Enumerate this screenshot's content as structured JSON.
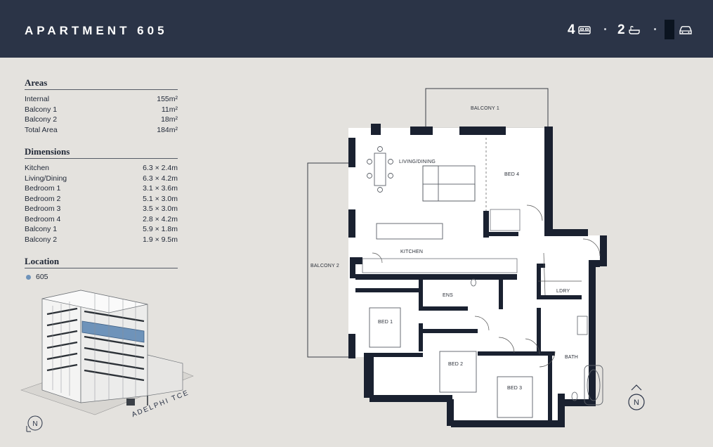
{
  "header": {
    "title": "APARTMENT 605",
    "bedrooms": "4",
    "bathrooms": "2",
    "bed_icon": "bed-icon",
    "bath_icon": "bath-icon",
    "car_icon": "car-icon"
  },
  "areas": {
    "title": "Areas",
    "rows": [
      {
        "label": "Internal",
        "value": "155m²"
      },
      {
        "label": "Balcony 1",
        "value": "11m²"
      },
      {
        "label": "Balcony 2",
        "value": "18m²"
      },
      {
        "label": "Total Area",
        "value": "184m²"
      }
    ]
  },
  "dimensions": {
    "title": "Dimensions",
    "rows": [
      {
        "label": "Kitchen",
        "value": "6.3 × 2.4m"
      },
      {
        "label": "Living/Dining",
        "value": "6.3 × 4.2m"
      },
      {
        "label": "Bedroom 1",
        "value": "3.1 × 3.6m"
      },
      {
        "label": "Bedroom 2",
        "value": "5.1 × 3.0m"
      },
      {
        "label": "Bedroom 3",
        "value": "3.5 × 3.0m"
      },
      {
        "label": "Bedroom 4",
        "value": "2.8 × 4.2m"
      },
      {
        "label": "Balcony 1",
        "value": "5.9 × 1.8m"
      },
      {
        "label": "Balcony 2",
        "value": "1.9 × 9.5m"
      }
    ]
  },
  "location": {
    "title": "Location",
    "unit": "605",
    "street": "ADELPHI TCE",
    "north": "N",
    "highlight_color": "#6e93ba"
  },
  "plan": {
    "balcony1": "BALCONY 1",
    "balcony2": "BALCONY 2",
    "living": "LIVING/DINING",
    "kitchen": "KITCHEN",
    "bed4": "BED 4",
    "bed1": "BED 1",
    "bed2": "BED 2",
    "bed3": "BED 3",
    "ens": "ENS",
    "ldry": "LDRY",
    "bath": "BATH",
    "north": "N"
  }
}
